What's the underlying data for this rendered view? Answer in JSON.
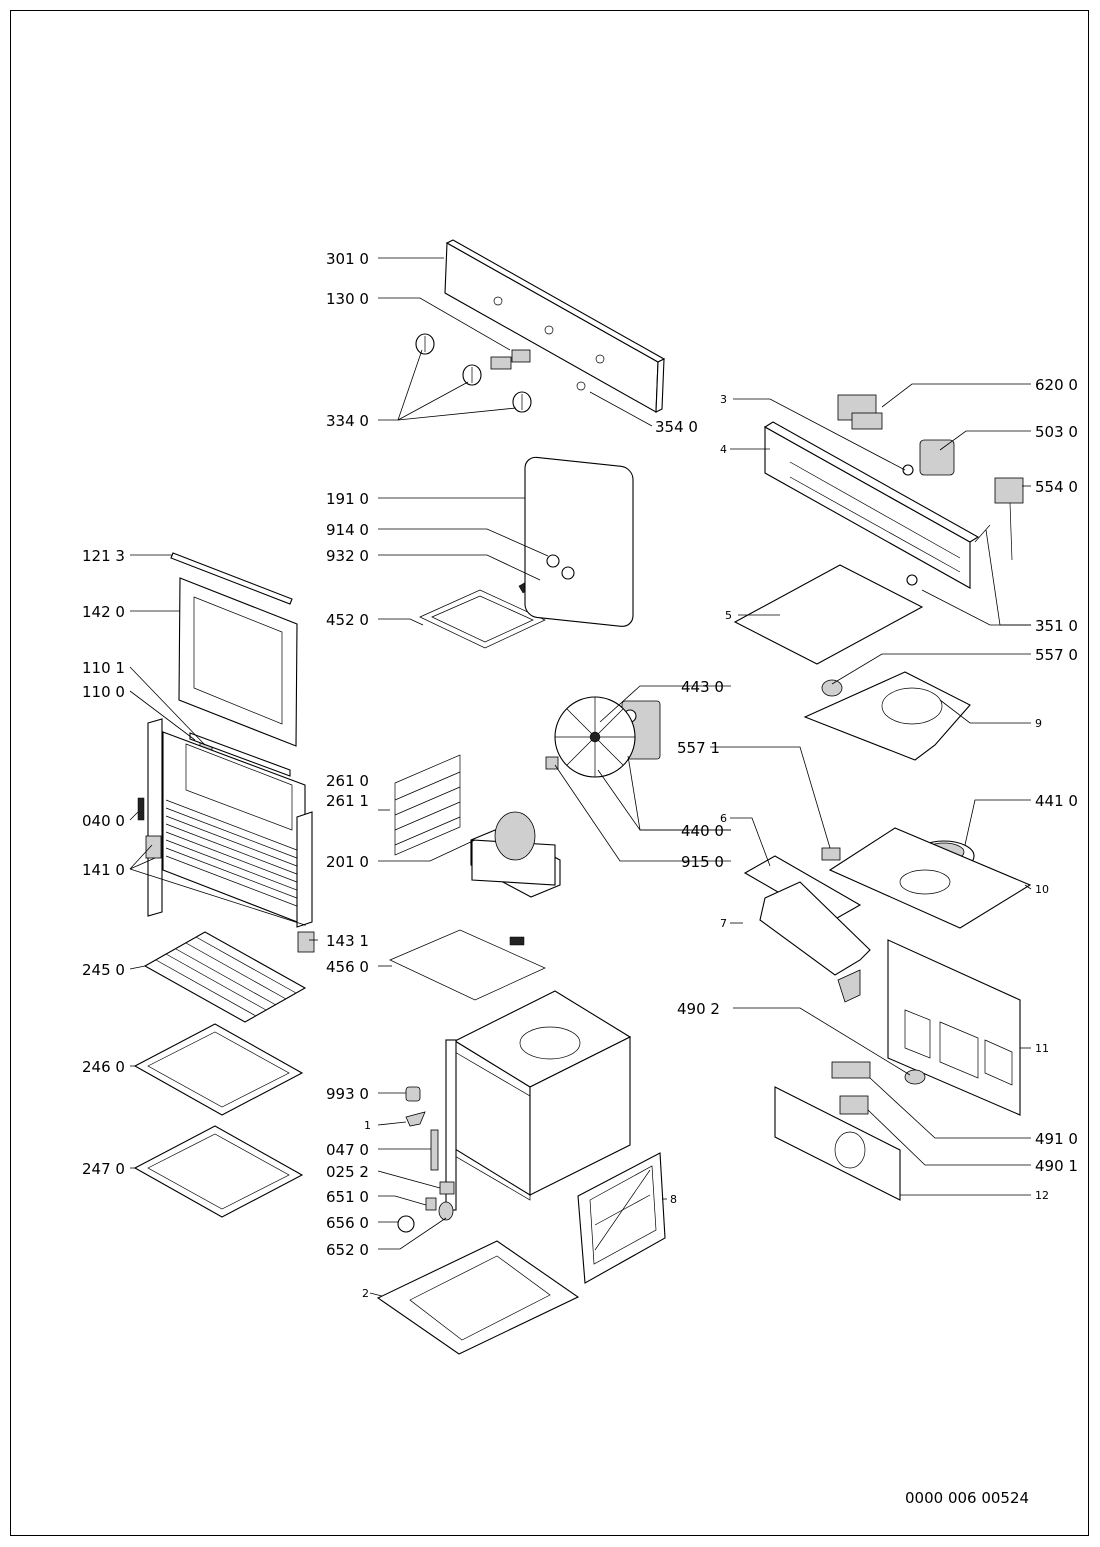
{
  "drawing": {
    "code": "0000 006 00524",
    "labels": {
      "l3010": "301 0",
      "l1300": "130 0",
      "l3340": "334 0",
      "l3540": "354 0",
      "l6200": "620 0",
      "l3": "3",
      "l4": "4",
      "l5030": "503 0",
      "l5540": "554 0",
      "l1910": "191 0",
      "l9140": "914 0",
      "l9320": "932 0",
      "l4520": "452 0",
      "l1213": "121 3",
      "l1420": "142 0",
      "l1101": "110 1",
      "l1100": "110 0",
      "l0400": "040 0",
      "l1410": "141 0",
      "l1431": "143 1",
      "l5": "5",
      "l3510": "351 0",
      "l5570": "557 0",
      "l9": "9",
      "l4410": "441 0",
      "l4430": "443 0",
      "l4400": "440 0",
      "l9150": "915 0",
      "l2610": "261 0",
      "l2611": "261 1",
      "l2010": "201 0",
      "l5571": "557 1",
      "l6": "6",
      "l7": "7",
      "l10": "10",
      "l2450": "245 0",
      "l4560": "456 0",
      "l2460": "246 0",
      "l2470": "247 0",
      "l4902": "490 2",
      "l11": "11",
      "l4910": "491 0",
      "l4901": "490 1",
      "l12": "12",
      "l9930": "993 0",
      "l1": "1",
      "l0470": "047 0",
      "l0252": "025 2",
      "l6510": "651 0",
      "l6560": "656 0",
      "l6520": "652 0",
      "l8": "8",
      "l2": "2"
    }
  }
}
